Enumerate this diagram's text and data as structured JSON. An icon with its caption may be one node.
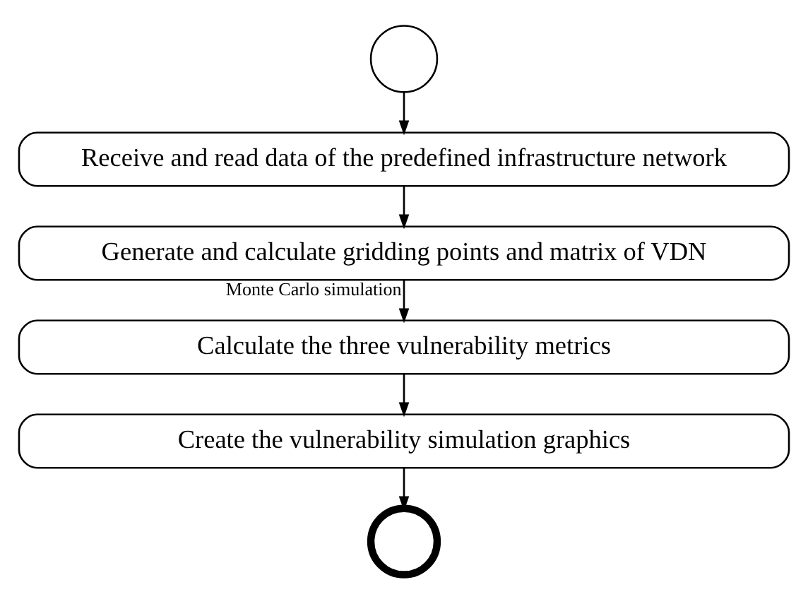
{
  "diagram": {
    "nodes": [
      {
        "text": [],
        "shape": "circle"
      },
      {
        "text": [
          "Receive and read data of the predefined infrastructure network"
        ]
      },
      {
        "text": [
          "Generate and calculate gridding points and matrix of VDN"
        ]
      },
      {
        "text": [
          "Calculate the three vulnerability metrics"
        ]
      },
      {
        "text": [
          "Create the vulnerability simulation graphics"
        ]
      },
      {
        "text": [],
        "shape": "circle"
      }
    ],
    "edges": [
      {
        "from": 0,
        "to": 1,
        "arrow": "to"
      },
      {
        "from": 1,
        "to": 2,
        "arrow": "to"
      },
      {
        "from": 2,
        "to": 3,
        "arrow": "to",
        "label": "Monte Carlo simulation"
      },
      {
        "from": 3,
        "to": 4,
        "arrow": "to"
      },
      {
        "from": 4,
        "to": 5,
        "arrow": "to"
      }
    ]
  }
}
